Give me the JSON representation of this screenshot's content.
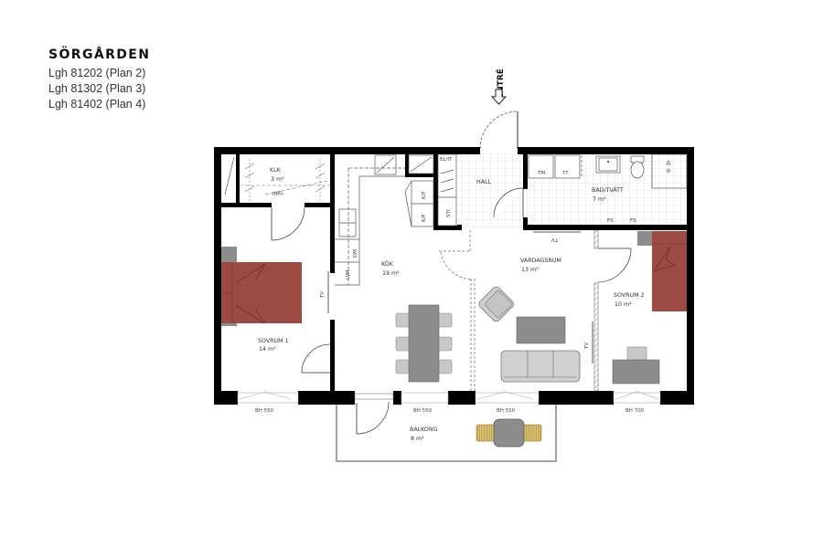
{
  "project": {
    "name": "SÖRGÅRDEN",
    "units": [
      "Lgh 81202 (Plan 2)",
      "Lgh 81302 (Plan 3)",
      "Lgh 81402 (Plan 4)"
    ]
  },
  "entrance": {
    "label": "ENTRÉ",
    "icon": "arrow-down-icon"
  },
  "rooms": [
    {
      "id": "klk",
      "name": "KLK",
      "area": "3 m²"
    },
    {
      "id": "hall",
      "name": "HALL",
      "area": ""
    },
    {
      "id": "bad",
      "name": "BAD/TVÄTT",
      "area": "7 m²"
    },
    {
      "id": "kok",
      "name": "KÖK",
      "area": "19 m²"
    },
    {
      "id": "vardagsrum",
      "name": "VARDAGSRUM",
      "area": "13 m²"
    },
    {
      "id": "sovrum1",
      "name": "SOVRUM 1",
      "area": "14 m²"
    },
    {
      "id": "sovrum2",
      "name": "SOVRUM 2",
      "area": "10 m²"
    },
    {
      "id": "balkong",
      "name": "BALKONG",
      "area": "8 m²"
    }
  ],
  "fixtures": {
    "klk_shelf": "INKL",
    "hall_cabinet": "EL/IT",
    "hall_storage": "STI",
    "kitchen_fridge_1": "K/F",
    "kitchen_fridge_2": "K/F",
    "dishwasher": "DM",
    "oven_micro": "U/M",
    "washer": "TM",
    "dryer": "TT",
    "floor_drain_1": "FS",
    "floor_drain_2": "FS",
    "tv_1": "TV",
    "tv_2": "TV",
    "tv_3": "TV"
  },
  "windows": [
    {
      "id": "w1",
      "label": "BH 550"
    },
    {
      "id": "w2",
      "label": "BH 550"
    },
    {
      "id": "w3",
      "label": "BH 550"
    },
    {
      "id": "w4",
      "label": "BH 700"
    }
  ],
  "colors": {
    "wall": "#000000",
    "bed": "#9e4a44",
    "furniture_dark": "#8c8c8c",
    "furniture_light": "#c8c8c8",
    "tile_grid": "#d0d0d0",
    "balcony_chair": "#c9a24a"
  }
}
